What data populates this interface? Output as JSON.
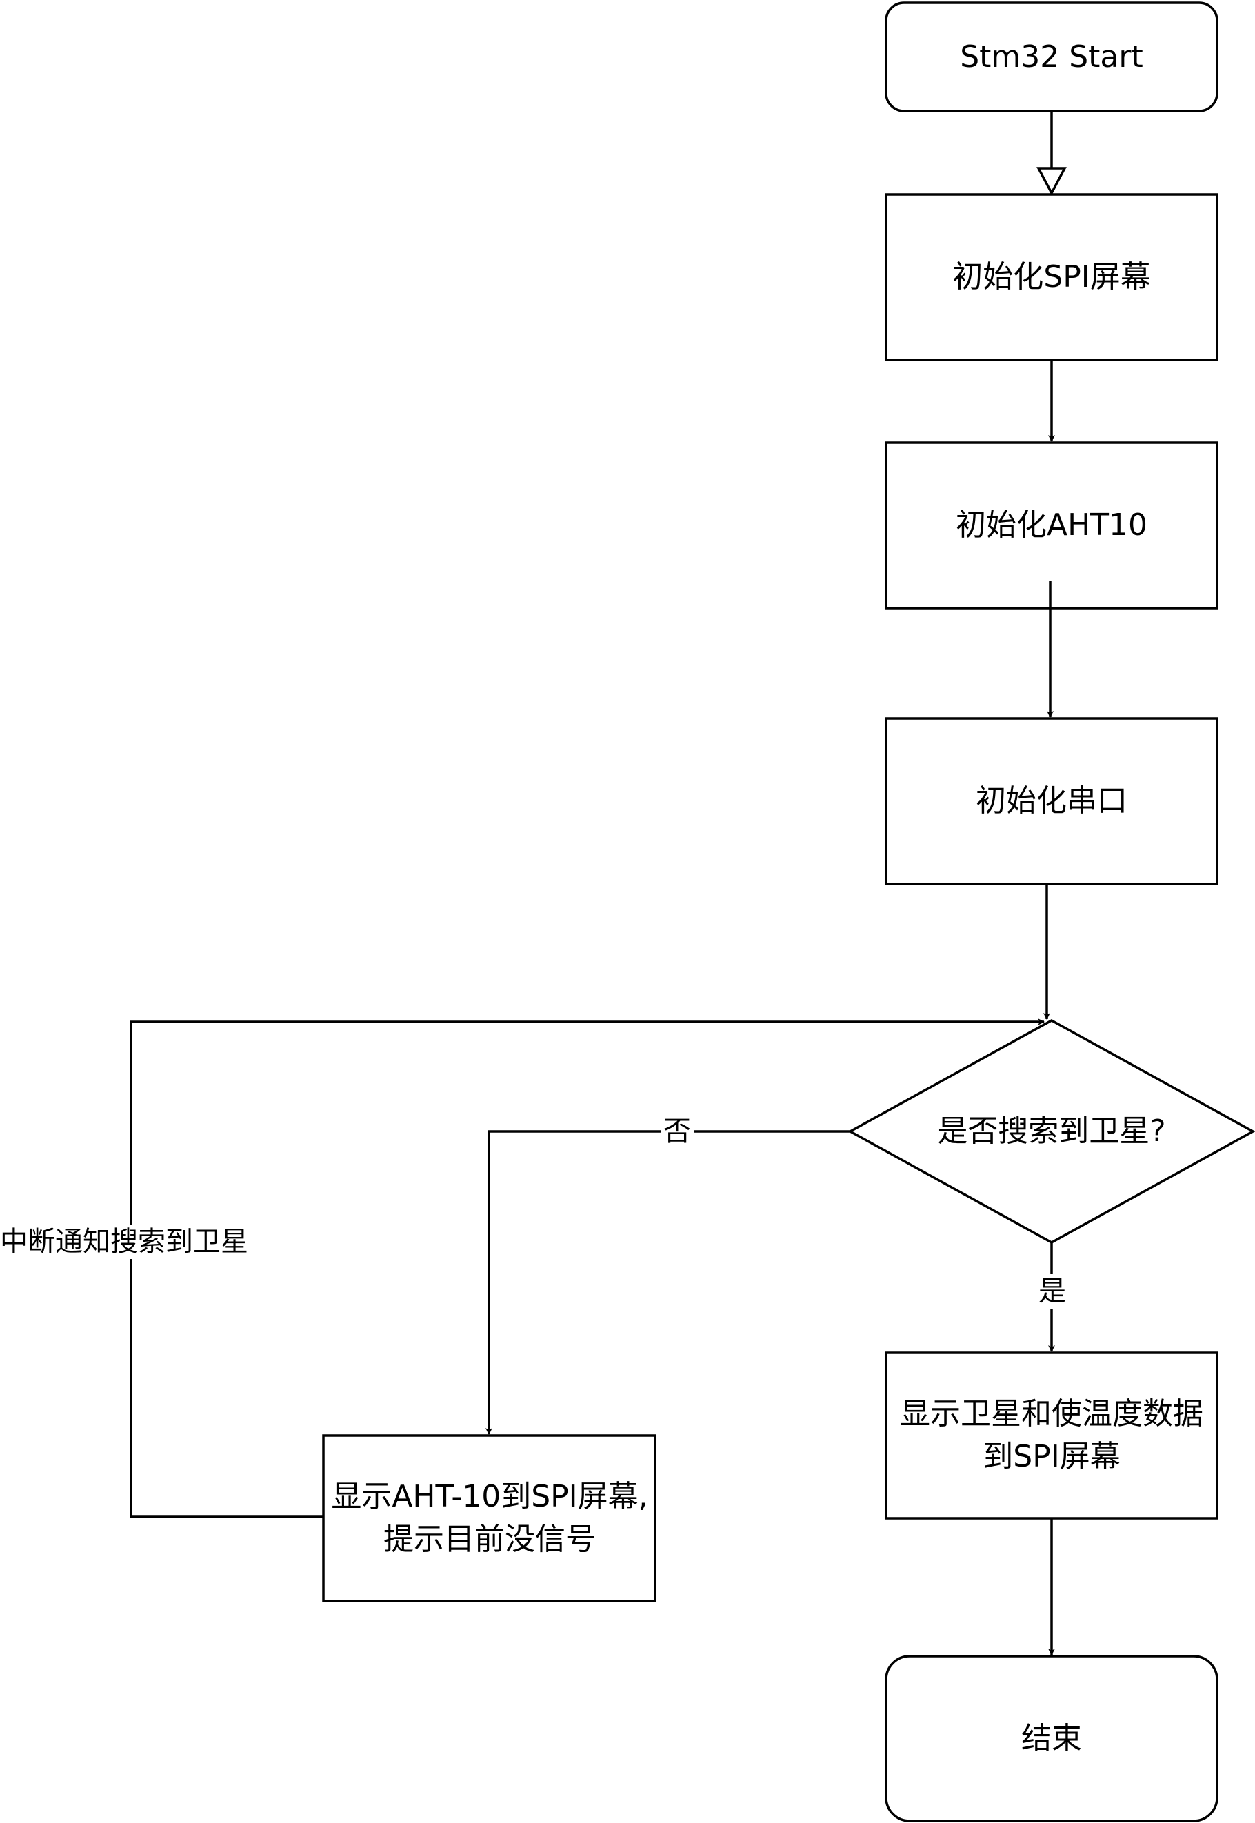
{
  "diagram": {
    "nodes": {
      "start": "Stm32 Start",
      "init_spi": "初始化SPI屏幕",
      "init_aht": "初始化AHT10",
      "init_uart": "初始化串口",
      "decision": "是否搜索到卫星?",
      "show_sat": "显示卫星和使温度数据到SPI屏幕",
      "show_aht": "显示AHT-10到SPI屏幕,提示目前没信号",
      "end": "结束"
    },
    "edge_labels": {
      "no": "否",
      "yes": "是",
      "interrupt": "中断通知搜索到卫星"
    }
  }
}
